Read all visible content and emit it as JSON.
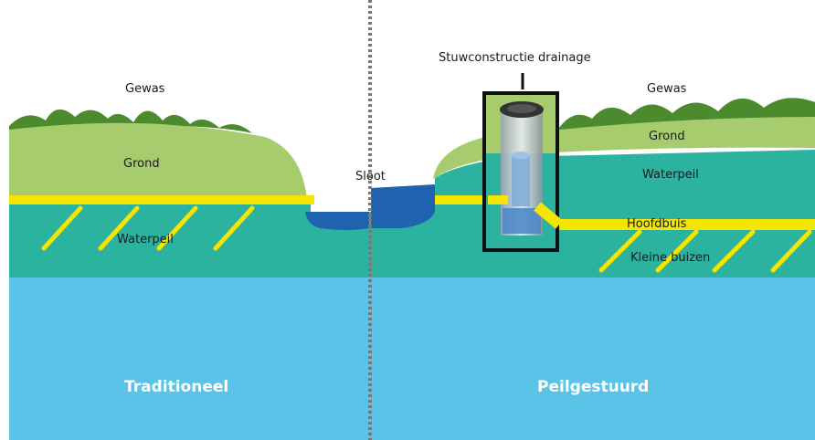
{
  "labels": {
    "gewas_left": "Gewas",
    "grond_left": "Grond",
    "waterpeil_left": "Waterpeil",
    "sloot": "Sloot",
    "stuwconstructie": "Stuwconstructie drainage",
    "gewas_right": "Gewas",
    "grond_right": "Grond",
    "waterpeil_right": "Waterpeil",
    "hoofdbuis": "Hoofdbuis",
    "kleine_buizen": "Kleine buizen",
    "traditioneel": "Traditioneel",
    "peilgestuurd": "Peilgestuurd"
  },
  "colors": {
    "deep_water": "#5bc3e8",
    "groundwater": "#2bb3a0",
    "soil": "#a6cc6e",
    "pipe": "#f4e600",
    "ditch": "#1f63b0",
    "crop": "#4c8a2e"
  }
}
